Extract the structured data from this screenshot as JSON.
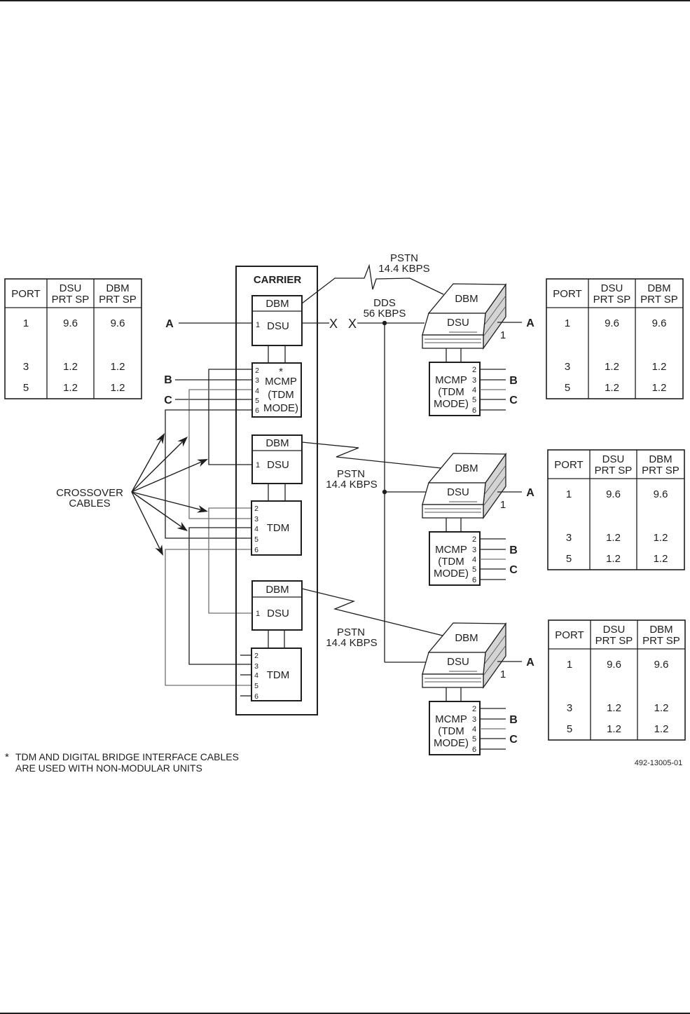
{
  "carrier": {
    "title": "CARRIER",
    "units": [
      {
        "dbm": "DBM",
        "dsu": "DSU",
        "dsu_port": "1"
      },
      {
        "dbm": "DBM",
        "dsu": "DSU",
        "dsu_port": "1"
      },
      {
        "dbm": "DBM",
        "dsu": "DSU",
        "dsu_port": "1"
      }
    ],
    "mcmp": {
      "note_marker": "*",
      "lines": [
        "MCMP",
        "(TDM",
        "MODE)"
      ],
      "ports": [
        "2",
        "3",
        "4",
        "5",
        "6"
      ]
    },
    "tdm_units": [
      {
        "label": "TDM",
        "ports": [
          "2",
          "3",
          "4",
          "5",
          "6"
        ]
      },
      {
        "label": "TDM",
        "ports": [
          "2",
          "3",
          "4",
          "5",
          "6"
        ]
      }
    ]
  },
  "channels": {
    "a": "A",
    "b": "B",
    "c": "C"
  },
  "dds_link": {
    "line1": "DDS",
    "line2": "56 KBPS",
    "break_marker": "X"
  },
  "pstn_links": [
    {
      "line1": "PSTN",
      "line2": "14.4 KBPS"
    },
    {
      "line1": "PSTN",
      "line2": "14.4 KBPS"
    },
    {
      "line1": "PSTN",
      "line2": "14.4 KBPS"
    }
  ],
  "crossover": {
    "line1": "CROSSOVER",
    "line2": "CABLES"
  },
  "remote_sites": [
    {
      "dbm": "DBM",
      "dsu": "DSU",
      "dsu_port": "1",
      "mcmp": {
        "lines": [
          "MCMP",
          "(TDM",
          "MODE)"
        ],
        "ports": [
          "2",
          "3",
          "4",
          "5",
          "6"
        ]
      },
      "channels": {
        "a": "A",
        "b": "B",
        "c": "C"
      }
    },
    {
      "dbm": "DBM",
      "dsu": "DSU",
      "dsu_port": "1",
      "mcmp": {
        "lines": [
          "MCMP",
          "(TDM",
          "MODE)"
        ],
        "ports": [
          "2",
          "3",
          "4",
          "5",
          "6"
        ]
      },
      "channels": {
        "a": "A",
        "b": "B",
        "c": "C"
      }
    },
    {
      "dbm": "DBM",
      "dsu": "DSU",
      "dsu_port": "1",
      "mcmp": {
        "lines": [
          "MCMP",
          "(TDM",
          "MODE)"
        ],
        "ports": [
          "2",
          "3",
          "4",
          "5",
          "6"
        ]
      },
      "channels": {
        "a": "A",
        "b": "B",
        "c": "C"
      }
    }
  ],
  "port_tables": [
    {
      "headers": {
        "port": "PORT",
        "dsu": [
          "DSU",
          "PRT SP"
        ],
        "dbm": [
          "DBM",
          "PRT SP"
        ]
      },
      "rows": [
        {
          "port": "1",
          "dsu": "9.6",
          "dbm": "9.6"
        },
        {
          "port": "3",
          "dsu": "1.2",
          "dbm": "1.2"
        },
        {
          "port": "5",
          "dsu": "1.2",
          "dbm": "1.2"
        }
      ]
    },
    {
      "headers": {
        "port": "PORT",
        "dsu": [
          "DSU",
          "PRT SP"
        ],
        "dbm": [
          "DBM",
          "PRT SP"
        ]
      },
      "rows": [
        {
          "port": "1",
          "dsu": "9.6",
          "dbm": "9.6"
        },
        {
          "port": "3",
          "dsu": "1.2",
          "dbm": "1.2"
        },
        {
          "port": "5",
          "dsu": "1.2",
          "dbm": "1.2"
        }
      ]
    },
    {
      "headers": {
        "port": "PORT",
        "dsu": [
          "DSU",
          "PRT SP"
        ],
        "dbm": [
          "DBM",
          "PRT SP"
        ]
      },
      "rows": [
        {
          "port": "1",
          "dsu": "9.6",
          "dbm": "9.6"
        },
        {
          "port": "3",
          "dsu": "1.2",
          "dbm": "1.2"
        },
        {
          "port": "5",
          "dsu": "1.2",
          "dbm": "1.2"
        }
      ]
    },
    {
      "headers": {
        "port": "PORT",
        "dsu": [
          "DSU",
          "PRT SP"
        ],
        "dbm": [
          "DBM",
          "PRT SP"
        ]
      },
      "rows": [
        {
          "port": "1",
          "dsu": "9.6",
          "dbm": "9.6"
        },
        {
          "port": "3",
          "dsu": "1.2",
          "dbm": "1.2"
        },
        {
          "port": "5",
          "dsu": "1.2",
          "dbm": "1.2"
        }
      ]
    }
  ],
  "footnote": {
    "marker": "*",
    "line1": "TDM AND DIGITAL BRIDGE INTERFACE CABLES",
    "line2": "ARE USED WITH NON-MODULAR UNITS"
  },
  "figure_id": "492-13005-01"
}
